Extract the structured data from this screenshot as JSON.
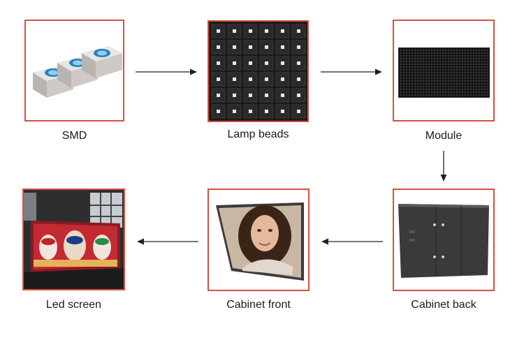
{
  "diagram": {
    "steps": [
      {
        "id": "smd",
        "label": "SMD"
      },
      {
        "id": "lamp-beads",
        "label": "Lamp beads"
      },
      {
        "id": "module",
        "label": "Module"
      },
      {
        "id": "cabinet-back",
        "label": "Cabinet back"
      },
      {
        "id": "cabinet-front",
        "label": "Cabinet front"
      },
      {
        "id": "led-screen",
        "label": "Led screen"
      }
    ],
    "colors": {
      "frame": "#d9503f",
      "arrow": "#222222",
      "text": "#1a1a1a"
    }
  }
}
